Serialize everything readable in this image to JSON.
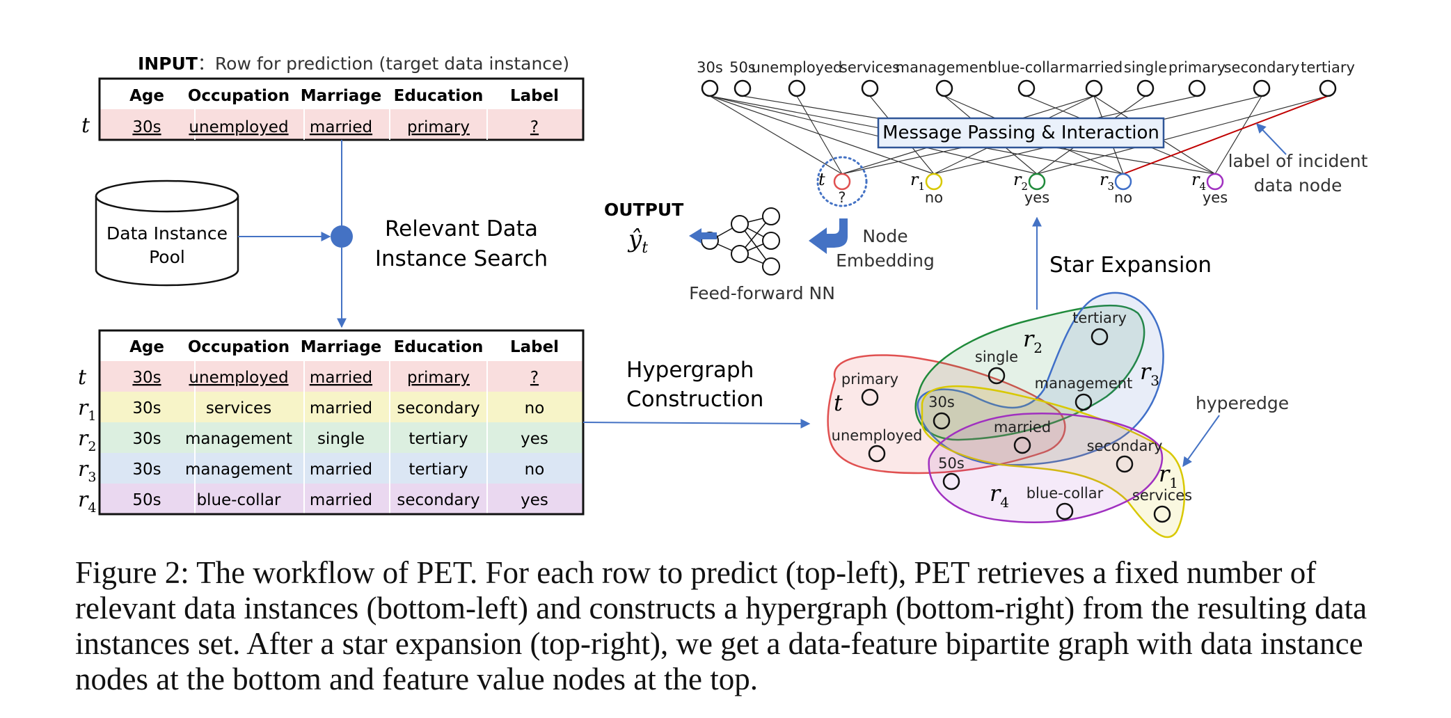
{
  "input": {
    "title_bold": "INPUT",
    "title_rest": "：Row for prediction (target data instance)",
    "headers": [
      "Age",
      "Occupation",
      "Marriage",
      "Education",
      "Label"
    ],
    "row_label": "t",
    "cells": [
      "30s",
      "unemployed",
      "married",
      "primary",
      "?"
    ]
  },
  "pool": {
    "line1": "Data Instance",
    "line2": "Pool"
  },
  "search": {
    "line1": "Relevant Data",
    "line2": "Instance Search"
  },
  "retrieved": {
    "headers": [
      "Age",
      "Occupation",
      "Marriage",
      "Education",
      "Label"
    ],
    "rows": [
      {
        "label": "t",
        "sub": "",
        "cells": [
          "30s",
          "unemployed",
          "married",
          "primary",
          "?"
        ]
      },
      {
        "label": "r",
        "sub": "1",
        "cells": [
          "30s",
          "services",
          "married",
          "secondary",
          "no"
        ]
      },
      {
        "label": "r",
        "sub": "2",
        "cells": [
          "30s",
          "management",
          "single",
          "tertiary",
          "yes"
        ]
      },
      {
        "label": "r",
        "sub": "3",
        "cells": [
          "30s",
          "management",
          "married",
          "tertiary",
          "no"
        ]
      },
      {
        "label": "r",
        "sub": "4",
        "cells": [
          "50s",
          "blue-collar",
          "married",
          "secondary",
          "yes"
        ]
      }
    ]
  },
  "hypergraph_label": {
    "line1": "Hypergraph",
    "line2": "Construction"
  },
  "hypergraph": {
    "nodes": [
      "primary",
      "unemployed",
      "30s",
      "single",
      "tertiary",
      "management",
      "married",
      "secondary",
      "50s",
      "blue-collar",
      "services"
    ],
    "edge_labels": [
      {
        "label": "t",
        "sub": ""
      },
      {
        "label": "r",
        "sub": "2"
      },
      {
        "label": "r",
        "sub": "3"
      },
      {
        "label": "r",
        "sub": "4"
      },
      {
        "label": "r",
        "sub": "1"
      }
    ],
    "hyperedge_note": "hyperedge"
  },
  "star_expansion": "Star Expansion",
  "bipartite": {
    "feature_nodes": [
      "30s",
      "50s",
      "unemployed",
      "services",
      "management",
      "blue-collar",
      "married",
      "single",
      "primary",
      "secondary",
      "tertiary"
    ],
    "instance_nodes": [
      {
        "label": "t",
        "sub": "",
        "value": "?",
        "color": "#e05050"
      },
      {
        "label": "r",
        "sub": "1",
        "value": "no",
        "color": "#d8c800"
      },
      {
        "label": "r",
        "sub": "2",
        "value": "yes",
        "color": "#1f8a3a"
      },
      {
        "label": "r",
        "sub": "3",
        "value": "no",
        "color": "#3f6fc8"
      },
      {
        "label": "r",
        "sub": "4",
        "value": "yes",
        "color": "#a030c0"
      }
    ],
    "message_box": "Message Passing & Interaction",
    "label_note_line1": "label of incident",
    "label_note_line2": "data node"
  },
  "node_embedding": {
    "line1": "Node",
    "line2": "Embedding"
  },
  "ffnn": "Feed-forward NN",
  "output": {
    "title": "OUTPUT",
    "symbol": "ŷ",
    "sub": "t"
  },
  "caption": "Figure 2: The workflow of PET. For each row to predict (top-left), PET retrieves a fixed number of relevant data instances (bottom-left) and constructs a hypergraph (bottom-right) from the resulting data instances set. After a star expansion (top-right), we get a data-feature bipartite graph with data instance nodes at the bottom and feature value nodes at the top.",
  "colors": {
    "accent_blue": "#4472c4",
    "row_t": "#f9dede",
    "row_r1": "#f7f4c8",
    "row_r2": "#dcefe0",
    "row_r3": "#dbe6f4",
    "row_r4": "#ead8f0",
    "edge_t": "#e05050",
    "edge_r1": "#d8c800",
    "edge_r2": "#1f8a3a",
    "edge_r3": "#3f6fc8",
    "edge_r4": "#a030c0",
    "label_edge": "#c00000"
  }
}
